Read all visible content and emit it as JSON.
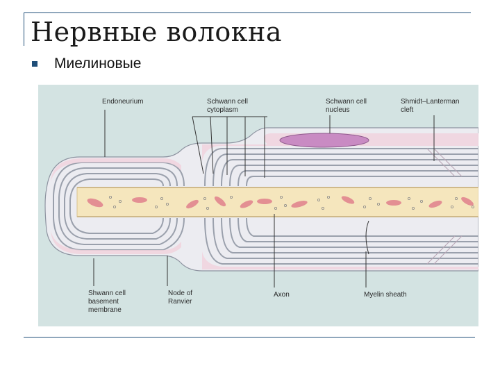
{
  "slide": {
    "title": "Нервные волокна",
    "bullet": "Миелиновые"
  },
  "figure": {
    "labels": {
      "endoneurium": "Endoneurium",
      "schwann_cytoplasm_1": "Schwann cell",
      "schwann_cytoplasm_2": "cytoplasm",
      "schwann_nucleus_1": "Schwann cell",
      "schwann_nucleus_2": "nucleus",
      "shmidt_1": "Shmidt–Lanterman",
      "shmidt_2": "cleft",
      "basement_1": "Shwann cell",
      "basement_2": "basement",
      "basement_3": "membrane",
      "node_1": "Node of",
      "node_2": "Ranvier",
      "axon": "Axon",
      "myelin": "Myelin sheath"
    },
    "colors": {
      "background": "#d3e3e2",
      "fiber_outer": "#ececf1",
      "myelin_gray": "#a9adb8",
      "cytoplasm_pink": "#f1d4de",
      "axon_yellow": "#f5e6bd",
      "mitochondria": "#e38f93",
      "nucleus": "#c98bc3"
    }
  }
}
